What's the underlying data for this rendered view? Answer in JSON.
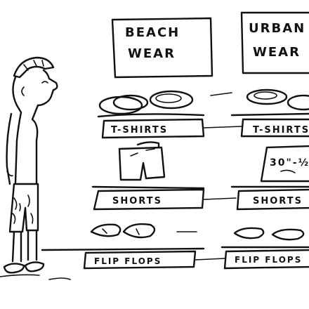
{
  "signs": {
    "beach": {
      "line1": "BEACH",
      "line2": "WEAR"
    },
    "urban": {
      "line1": "URBAN",
      "line2": "WEAR"
    }
  },
  "shelves": {
    "tshirts_left": "T-SHIRTS",
    "tshirts_right": "T-SHIRTS",
    "shorts_left": "SHORTS",
    "shorts_right": "SHORTS",
    "flipflops_left": "FLIP FLOPS",
    "flipflops_right": "FLIP FLOPS"
  },
  "labels": {
    "waist_tag": "30\"-½"
  }
}
